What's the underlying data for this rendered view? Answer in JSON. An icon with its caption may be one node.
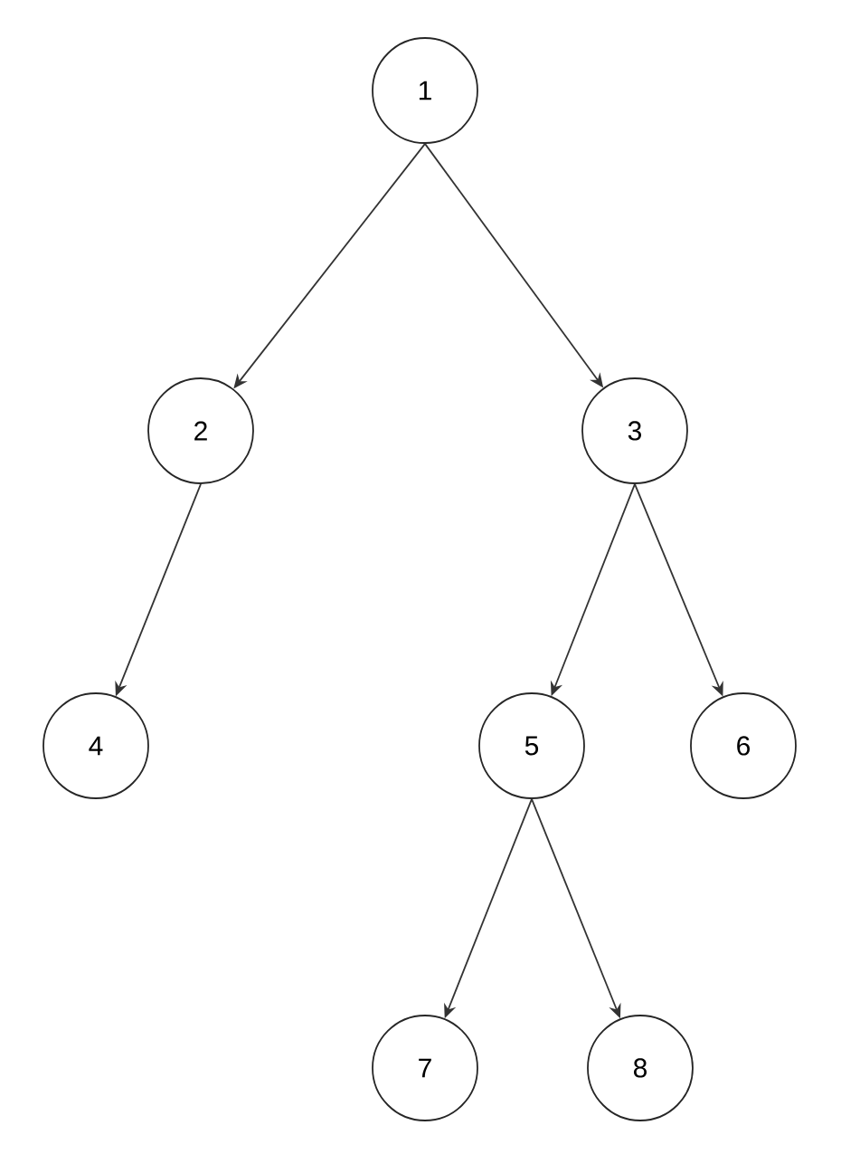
{
  "diagram": {
    "nodes": [
      {
        "text": [
          "1"
        ]
      },
      {
        "text": [
          "2"
        ]
      },
      {
        "text": [
          "3"
        ]
      },
      {
        "text": [
          "4"
        ]
      },
      {
        "text": [
          "5"
        ]
      },
      {
        "text": [
          "6"
        ]
      },
      {
        "text": [
          "7"
        ]
      },
      {
        "text": [
          "8"
        ]
      }
    ],
    "edges": [
      {
        "from": 0,
        "to": 1,
        "arrow": "to"
      },
      {
        "from": 0,
        "to": 2,
        "arrow": "to"
      },
      {
        "from": 1,
        "to": 3,
        "arrow": "to"
      },
      {
        "from": 2,
        "to": 4,
        "arrow": "to"
      },
      {
        "from": 2,
        "to": 5,
        "arrow": "to"
      },
      {
        "from": 4,
        "to": 6,
        "arrow": "to"
      },
      {
        "from": 4,
        "to": 7,
        "arrow": "to"
      }
    ]
  }
}
